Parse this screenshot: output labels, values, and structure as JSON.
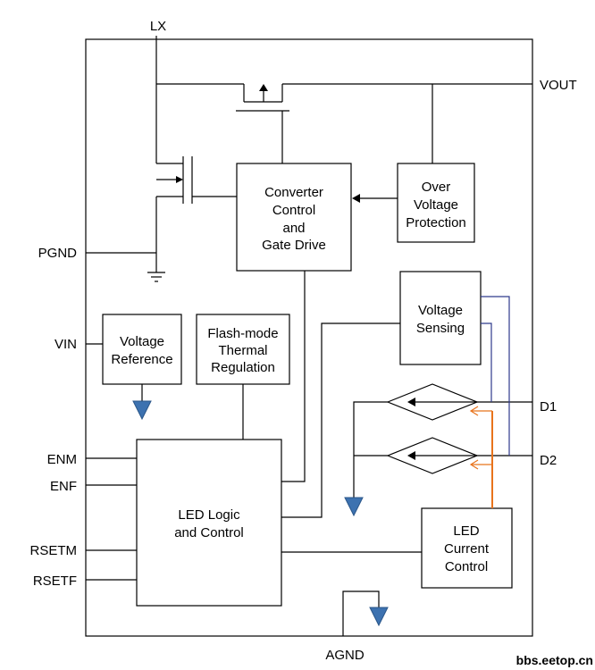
{
  "pins": {
    "lx": "LX",
    "vout": "VOUT",
    "pgnd": "PGND",
    "vin": "VIN",
    "d1": "D1",
    "d2": "D2",
    "enm": "ENM",
    "enf": "ENF",
    "rsetm": "RSETM",
    "rsetf": "RSETF",
    "agnd": "AGND"
  },
  "blocks": {
    "converter_control": [
      "Converter",
      "Control",
      "and",
      "Gate Drive"
    ],
    "over_voltage_protection": [
      "Over",
      "Voltage",
      "Protection"
    ],
    "voltage_sensing": [
      "Voltage",
      "Sensing"
    ],
    "voltage_reference": [
      "Voltage",
      "Reference"
    ],
    "flash_thermal": [
      "Flash-mode",
      "Thermal",
      "Regulation"
    ],
    "led_logic": [
      "LED Logic",
      "and Control"
    ],
    "led_current_control": [
      "LED",
      "Current",
      "Control"
    ]
  },
  "watermark": "bbs.eetop.cn",
  "colors": {
    "wire": "#000000",
    "sense_wire": "#2e3a8c",
    "current_wire": "#e8731c",
    "ground_symbol": "#3d72b0"
  }
}
